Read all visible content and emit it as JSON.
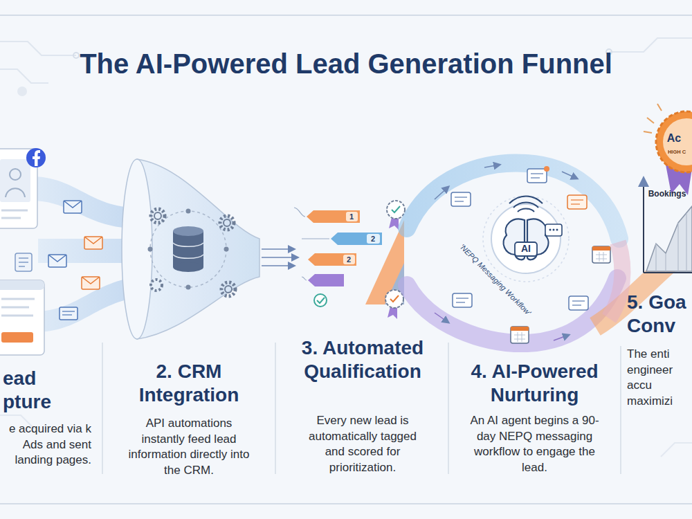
{
  "diagram": {
    "title": "The AI-Powered Lead Generation Funnel",
    "nodes": [
      {
        "text": [
          "ead pture",
          "e acquired via k Ads and sent landing pages."
        ]
      },
      {
        "text": [
          "2. CRM Integration",
          "API automations instantly feed lead information directly into the CRM."
        ]
      },
      {
        "text": [
          "3. Automated Qualification",
          "Every new lead is automatically tagged and scored for prioritization."
        ]
      },
      {
        "text": [
          "4. AI-Powered Nurturing",
          "An AI agent begins a 90-day NEPQ messaging workflow to engage the lead."
        ]
      },
      {
        "text": [
          "5. Goa Conv",
          "The enti engineer accu maximizi"
        ]
      }
    ],
    "labels": [
      "1",
      "2",
      "2",
      "AI",
      "'NEPQ Messaging Workflow'",
      "Bookings",
      "Ac",
      "HIGH C"
    ]
  }
}
